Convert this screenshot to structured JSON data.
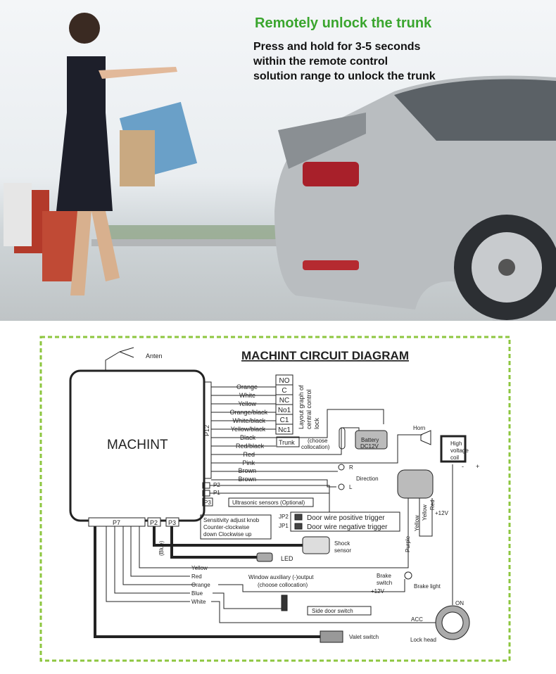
{
  "photo": {
    "headline": "Remotely unlock the trunk",
    "description_lines": [
      "Press and hold for 3-5 seconds",
      "within the remote control",
      "solution range to unlock the trunk"
    ]
  },
  "diagram": {
    "title": "MACHINT CIRCUIT DIAGRAM",
    "unit_label": "MACHINT",
    "antenna": "Anten",
    "connectors": {
      "p12": "P12",
      "p2": "P2",
      "p1": "P1",
      "p3": "P3",
      "p7": "P7",
      "p2b": "P2",
      "p3b": "P3",
      "jp2": "JP2",
      "jp1": "JP1"
    },
    "lock_terminals": [
      "NO",
      "C",
      "NC",
      "No1",
      "C1",
      "Nc1"
    ],
    "lock_caption": [
      "Layout graph of",
      "central control",
      "lock"
    ],
    "p12_wires": [
      "Orange",
      "White",
      "Yellow",
      "Orange/black",
      "White/black",
      "Yellow/black",
      "Black",
      "Red/black",
      "Red",
      "Pink",
      "Brown",
      "Brown"
    ],
    "trunk": "Trunk",
    "choose": [
      "(choose",
      "collocation)"
    ],
    "battery": [
      "Battery",
      "DC12V"
    ],
    "horn": "Horn",
    "coil": [
      "High",
      "voltage",
      "coil"
    ],
    "direction": "Direction",
    "dir_r": "R",
    "dir_l": "L",
    "ultrasonic": "Ultrasonic sensors (Optional)",
    "sensitivity": [
      "Sensitivity adjust knob",
      "Counter-clockwise",
      "down Clockwise up"
    ],
    "door_pos": "Door wire positive trigger",
    "door_neg": "Door wire negative trigger",
    "blue_label": "(Blue)",
    "shock": [
      "Shock",
      "sensor"
    ],
    "led": "LED",
    "p7_wires": [
      "Yellow",
      "Red",
      "Orange",
      "Blue",
      "White"
    ],
    "window_aux": [
      "Window auxiliary (-)output",
      "(choose collocation)"
    ],
    "brake_switch": [
      "Brake",
      "switch"
    ],
    "plus12": "+12V",
    "plus12b": "+12V",
    "brake_light": "Brake light",
    "side_door": "Side door switch",
    "valet": "Valet switch",
    "purple": "Purple",
    "yellow_v1": "Yellow",
    "yellow_v2": "Yellow",
    "red_v": "Red",
    "on": "ON",
    "acc": "ACC",
    "lock_head": "Lock head",
    "minus": "-",
    "plus": "+",
    "border_color": "#8dc63f"
  }
}
